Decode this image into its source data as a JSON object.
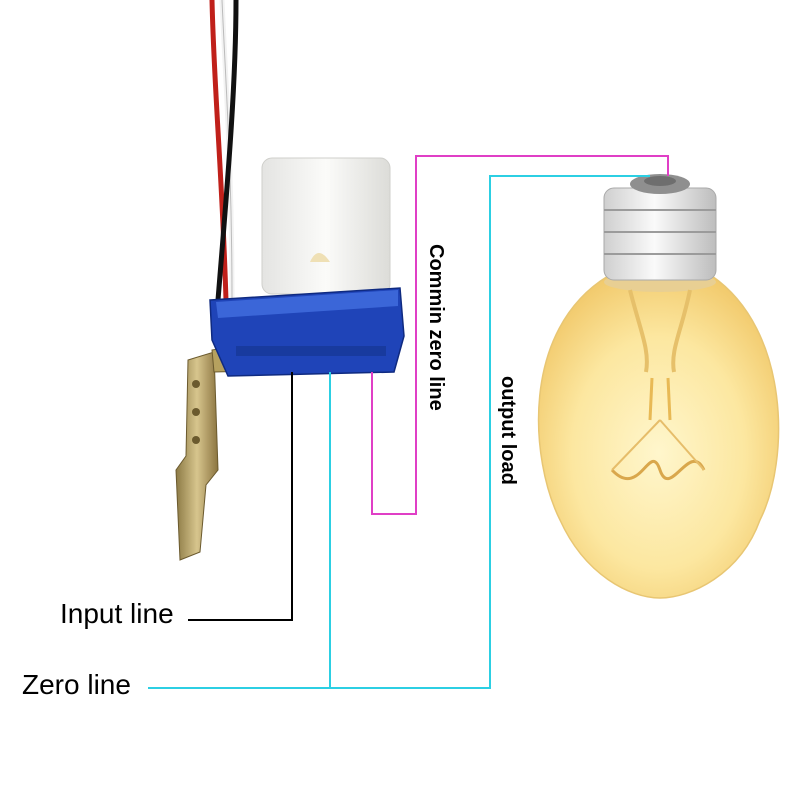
{
  "labels": {
    "input_line": "Input line",
    "zero_line": "Zero line",
    "common_zero_line": "Commin zero line",
    "output_load": "output load"
  },
  "components": {
    "photocell_switch": "light-sensor-switch",
    "bulb": "incandescent-light-bulb"
  },
  "colors": {
    "input_wire": "#000000",
    "zero_wire": "#2ccfe3",
    "common_wire": "#e03fc6",
    "sensor_housing": "#1f44b8",
    "bulb_glow": "#fbe59a"
  }
}
